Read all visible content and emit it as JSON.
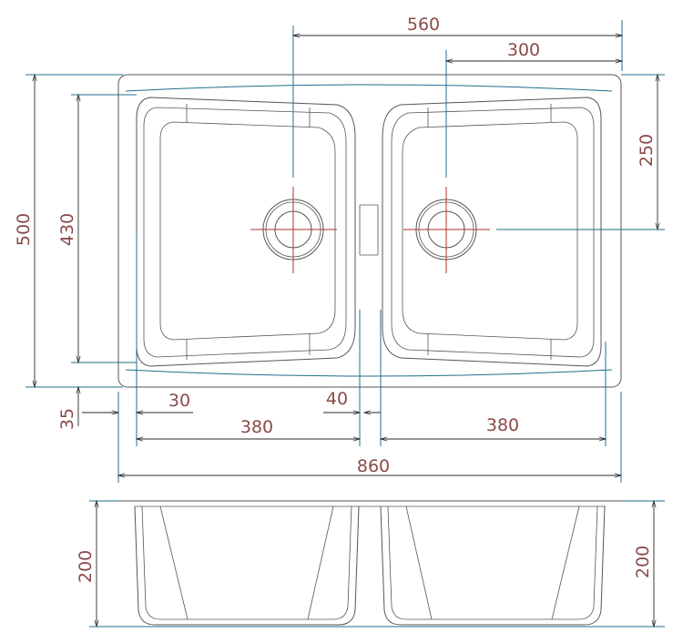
{
  "colors": {
    "dimension_text": "#8b4a4a",
    "outline": "#555555",
    "dimension_extension": "#1f6f8b",
    "center_line": "#b0302a",
    "background": "#ffffff"
  },
  "top_view": {
    "dimensions": {
      "drain_spacing": "560",
      "right_drain_offset": "300",
      "right_drain_from_top": "250",
      "overall_depth": "500",
      "bowl_depth": "430",
      "edge_offset": "35",
      "side_rim": "30",
      "divider_width": "40",
      "left_bowl_width": "380",
      "right_bowl_width": "380",
      "overall_width": "860"
    }
  },
  "side_view": {
    "dimensions": {
      "left_height": "200",
      "right_height": "200"
    }
  }
}
